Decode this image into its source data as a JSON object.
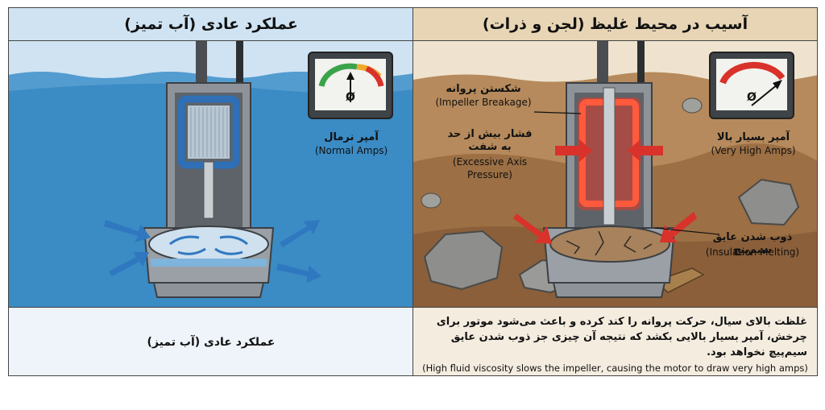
{
  "left": {
    "title": "عملکرد عادی (آب تمیز)",
    "meter_fa": "آمپر نرمال",
    "meter_en": "(Normal Amps)",
    "footer": "عملکرد عادی (آب تمیز)"
  },
  "right": {
    "title": "آسیب در محیط غلیظ (لجن و ذرات)",
    "impeller_fa": "شکستن پروانه",
    "impeller_en": "(Impeller Breakage)",
    "pressure_fa_1": "فشار بیش از حد",
    "pressure_fa_2": "به شفت",
    "pressure_en_1": "(Excessive Axis",
    "pressure_en_2": "Pressure)",
    "meter_fa": "آمپر بسیار بالا",
    "meter_en": "(Very High Amps)",
    "insulation_fa": "ذوب شدن عایق سیم‌پیچ",
    "insulation_en": "(Insulation Melting)",
    "footer_fa": "غلظت بالای سیال، حرکت پروانه را کند کرده و باعث می‌شود موتور برای چرخش، آمپر بسیار بالایی بکشد که نتیجه آن چیزی جز ذوب شدن عایق سیم‌پیچ نخواهد بود.",
    "footer_en": "(High fluid viscosity slows the impeller, causing the motor to draw very high amps)"
  },
  "meter_symbol": "Ø",
  "colors": {
    "water": "#3b8bc4",
    "water_light": "#cfe3f2",
    "mud": "#a4764a",
    "sky_beige": "#efe3cf",
    "pump_gray": "#8a9096",
    "coil_blue": "#2f6fb5",
    "coil_red": "#e23a2a",
    "arrow_blue": "#2f78c0",
    "arrow_red": "#d8322a",
    "gauge_green": "#3aa34a",
    "gauge_red": "#d8322a"
  }
}
